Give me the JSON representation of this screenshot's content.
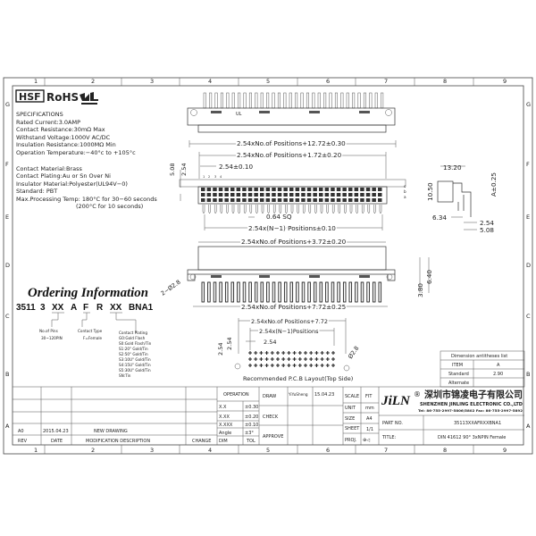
{
  "frame": {
    "columns": [
      "1",
      "2",
      "3",
      "4",
      "5",
      "6",
      "7",
      "8",
      "9"
    ],
    "rows": [
      "G",
      "F",
      "E",
      "D",
      "C",
      "B",
      "A"
    ]
  },
  "logos": {
    "hsf": "HSF",
    "rohs": "RoHS",
    "ul": "UL"
  },
  "specifications": {
    "heading": "SPECIFICATIONS",
    "lines": [
      "Rated  Current:3.0AMP",
      "Contact  Resistance:30mΩ  Max",
      "Withstand  Voltage:1000V  AC/DC",
      "Insulation  Resistance:1000MΩ  Min",
      "Operation  Temperature:−40°c  to  +105°c"
    ],
    "materials": [
      "Contact  Material:Brass",
      "Contact  Plating:Au  or  Sn  Over  Ni",
      "Insulator  Material:Polyester(UL94V−0)",
      "Standard:              PBT",
      "Max.Processing  Temp:  180°C  for  30−60  seconds",
      "(200°C  for  10  seconds)"
    ]
  },
  "ordering": {
    "title": "Ordering Information",
    "code": [
      "3511",
      "3",
      "XX",
      "A",
      "F",
      "R",
      "XX",
      "BNA1"
    ],
    "pins_label": "No.of  Pins",
    "pins_value": "30~120PIN",
    "contact_type_label": "Contact  Type",
    "contact_type_value": "F=Female",
    "plating_label": "Contact  Plating",
    "plating_options": [
      "G0:Gold  Flash",
      "S0:Gold  Flash/Tin",
      "S1:20\"  Gold/Tin",
      "S2:50\"  Gold/Tin",
      "S3:10U\"  Gold/Tin",
      "S4:15U\"  Gold/Tin",
      "S5:30U\"  Gold/Tin",
      "SN:Tin"
    ]
  },
  "dimensions": {
    "overall": "2.54xNo.of  Positions+12.72±0.30",
    "inner": "2.54xNo.of  Positions+1.72±0.20",
    "pitch": "2.54±0.10",
    "pin_sq": "0.64  SQ",
    "span": "2.54x(N−1)  Positions±0.10",
    "row_pitch_a": "5.08",
    "row_pitch_b": "2.54",
    "row_letters": [
      "c",
      "b",
      "a"
    ],
    "pin_numbers": [
      "1",
      "2",
      "3",
      "4"
    ],
    "bottom_top": "2.54xNo.of  Positions+3.72±0.20",
    "bottom_bottom": "2.54xNo.of  Positions+7.72±0.25",
    "hole": "2−Ø2.8",
    "height_a": "3.80",
    "height_b": "6.40",
    "side_w": "13.20",
    "side_h": "10.50",
    "side_a": "A±0.25",
    "side_off": "6.34",
    "side_p1": "2.54",
    "side_p2": "5.08",
    "pcb_total": "2.54xNo.of  Positions+7.72",
    "pcb_span": "2.54x(N−1)Positions",
    "pcb_pitch": "2.54",
    "pcb_row1": "2.54",
    "pcb_row2": "2.54",
    "pcb_hole": "Ø2.8",
    "pcb_caption": "Recommended  P.C.B  Layout(Top  Side)"
  },
  "antitheses_table": {
    "title": "Dimension  antitheses  list",
    "rows": [
      [
        "ITEM",
        "A"
      ],
      [
        "Standard",
        "2.90"
      ],
      [
        "Alternate",
        ""
      ]
    ]
  },
  "revision_block": {
    "rows": [
      [
        "A0",
        "2015.04.23",
        "NEW  DRAWING",
        ""
      ]
    ],
    "headers": [
      "REV",
      "DATE",
      "MODIFICATION  DESCRIPTION",
      "CHANGE"
    ]
  },
  "tolerance_block": {
    "header": "OPERATION",
    "rows": [
      [
        "X.X",
        "±0.30"
      ],
      [
        "X.XX",
        "±0.20"
      ],
      [
        "X.XXX",
        "±0.10"
      ],
      [
        "Angle",
        "±3°"
      ]
    ],
    "footer": [
      "DIM",
      "TOL"
    ]
  },
  "signoff": {
    "draw_label": "DRAW",
    "draw_name": "YiYuSheng",
    "draw_date": "15.04.23",
    "check_label": "CHECK",
    "approve_label": "APPROVE"
  },
  "sheet_info": {
    "scale_label": "SCALE",
    "scale": "FIT",
    "unit_label": "UNIT",
    "unit": "mm",
    "size_label": "SIZE",
    "size": "A4",
    "sheet_label": "SHEET",
    "sheet": "1/1",
    "proj_label": "PROJ.",
    "proj": "⊕◁"
  },
  "company": {
    "logo": "JiLN",
    "registered": "®",
    "name_cn": "深圳市锦凌电子有限公司",
    "name_en": "SHENZHEN JINLING ELECTRONIC CO.,LTD",
    "contact": "Tel: 86-755-2997-5806/5802   Fax: 86-755-2997-5892"
  },
  "part": {
    "part_no_label": "PART  NO.",
    "part_no": "35113XXAFRXXBNA1",
    "title_label": "TITLE:",
    "title": "DIN  41612  90°  3xNPIN  Female"
  }
}
